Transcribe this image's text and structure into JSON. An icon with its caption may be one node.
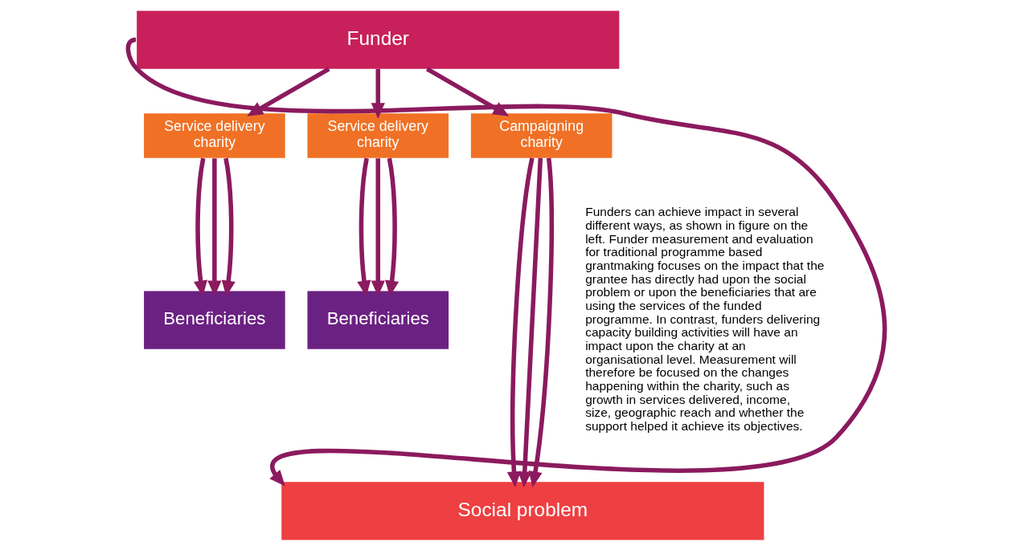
{
  "diagram": {
    "nodes": [
      {
        "text": [
          "Funder"
        ]
      },
      {
        "text": [
          "Service delivery charity"
        ]
      },
      {
        "text": [
          "Service delivery charity"
        ]
      },
      {
        "text": [
          "Campaigning charity"
        ]
      },
      {
        "text": [
          "Beneficiaries"
        ]
      },
      {
        "text": [
          "Beneficiaries"
        ]
      },
      {
        "text": [
          "Social problem"
        ]
      }
    ],
    "edges": [
      {
        "from": 0,
        "to": 6,
        "arrow": "to"
      },
      {
        "from": 0,
        "to": 1,
        "arrow": "to"
      },
      {
        "from": 0,
        "to": 2,
        "arrow": "to"
      },
      {
        "from": 0,
        "to": 3,
        "arrow": "to"
      },
      {
        "from": 1,
        "to": 4,
        "arrow": "to"
      },
      {
        "from": 1,
        "to": 4,
        "arrow": "to"
      },
      {
        "from": 1,
        "to": 4,
        "arrow": "to"
      },
      {
        "from": 2,
        "to": 5,
        "arrow": "to"
      },
      {
        "from": 2,
        "to": 5,
        "arrow": "to"
      },
      {
        "from": 2,
        "to": 5,
        "arrow": "to"
      },
      {
        "from": 3,
        "to": 6,
        "arrow": "to"
      },
      {
        "from": 3,
        "to": 6,
        "arrow": "to"
      },
      {
        "from": 3,
        "to": 6,
        "arrow": "to"
      }
    ],
    "labels": [
      "Funders can achieve impact in several different ways, as shown in figure on the left. Funder measurement and evaluation for traditional programme based grantmaking focuses on the impact that the grantee has directly had upon the social problem or upon the beneficiaries that are using the services of the funded programme. In contrast, funders delivering capacity building activities will have an impact upon the charity at an organisational level. Measurement will therefore be focused on the changes happening within the charity, such as growth in services delivered, income, size, geographic reach and whether the support helped it achieve its objectives."
    ]
  }
}
